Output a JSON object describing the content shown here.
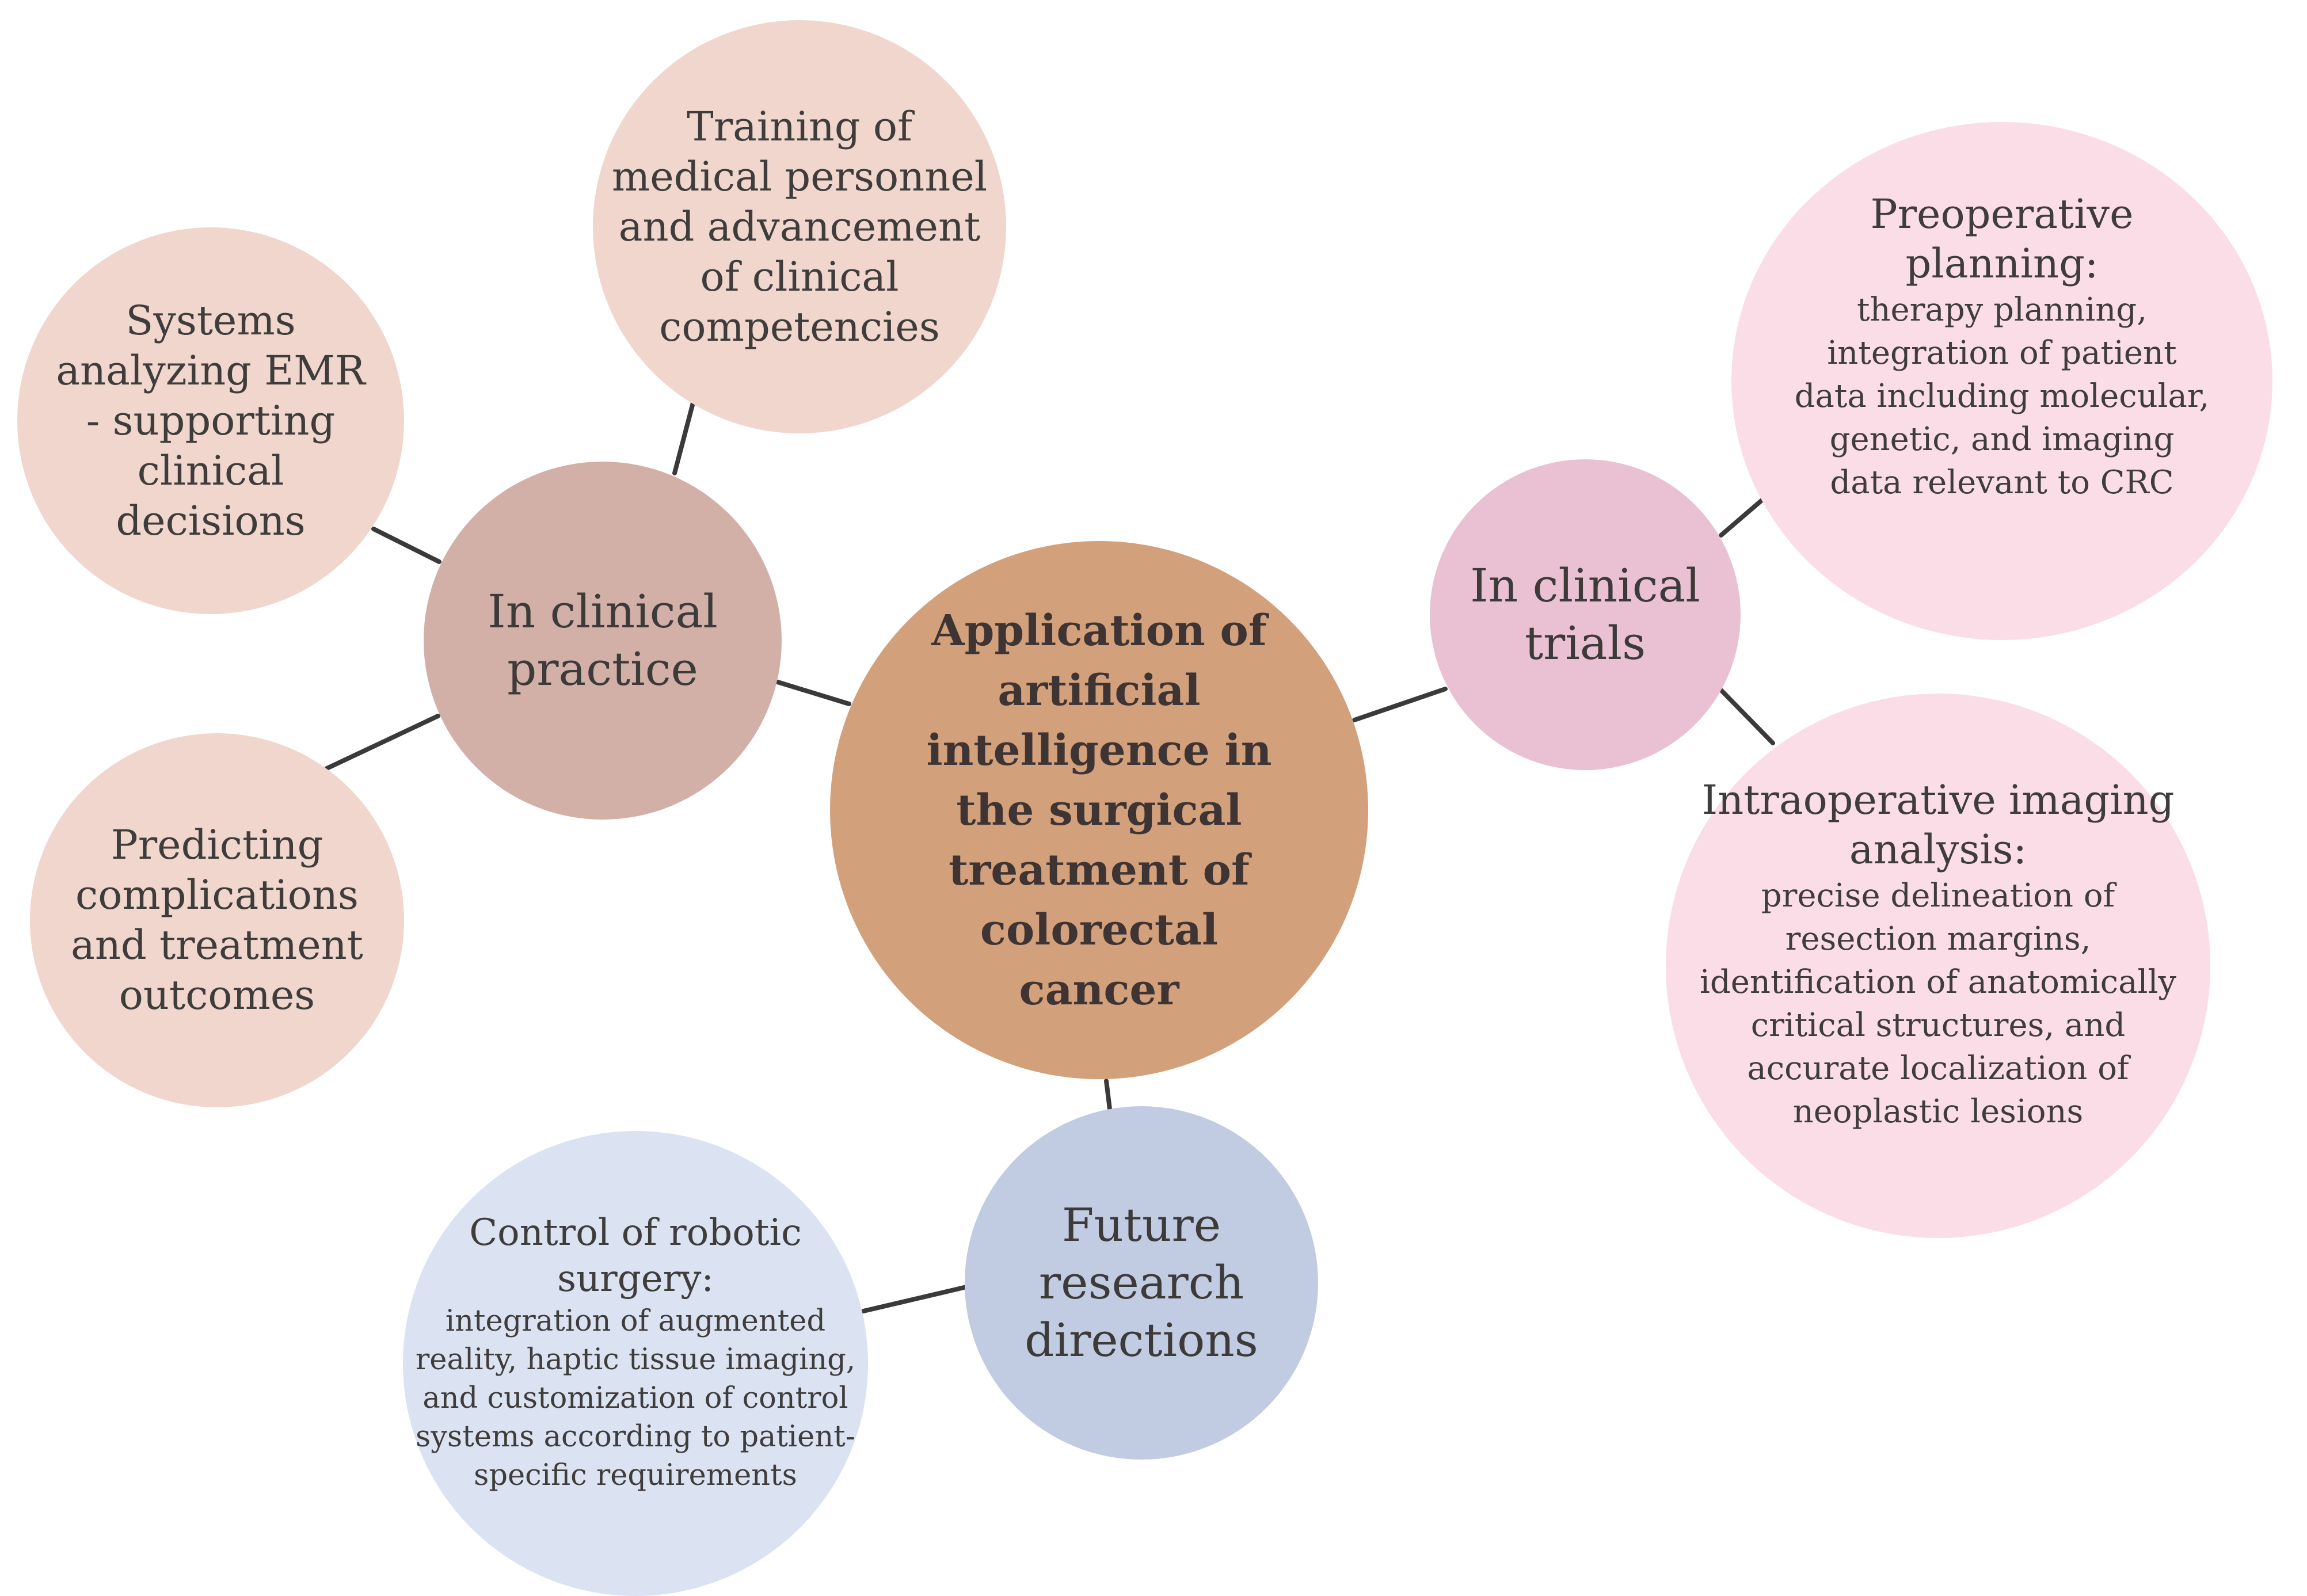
{
  "colors": {
    "center": "#d2a07b",
    "practice_hub": "#d2afa7",
    "practice_leaf": "#f0d6cc",
    "trials_hub": "#eac1d3",
    "trials_leaf": "#fbdde8",
    "future_hub": "#c1cce3",
    "future_leaf": "#dbe2f2",
    "connector": "#3a3a3a"
  },
  "center": {
    "title": "Application of\nartificial\nintelligence in\nthe surgical\ntreatment of\ncolorectal\ncancer"
  },
  "clinical_practice": {
    "label": "In clinical\npractice",
    "systems_emr": "Systems\nanalyzing EMR\n- supporting\nclinical\ndecisions",
    "training": "Training of\nmedical personnel\nand advancement\nof clinical\ncompetencies",
    "predicting": "Predicting\ncomplications\nand treatment\noutcomes"
  },
  "clinical_trials": {
    "label": "In clinical\ntrials",
    "preoperative": {
      "title": "Preoperative\nplanning:",
      "description": "therapy planning,\nintegration of patient\ndata including molecular,\ngenetic, and imaging\ndata relevant to CRC"
    },
    "intraoperative": {
      "title": "Intraoperative imaging\nanalysis:",
      "description": "precise delineation of\nresection margins,\nidentification of anatomically\ncritical structures, and\naccurate localization of\nneoplastic lesions"
    }
  },
  "future_research": {
    "label": "Future\nresearch\ndirections",
    "robotic": {
      "title": "Control of robotic\nsurgery:",
      "description": "integration of augmented\nreality, haptic tissue imaging,\nand customization of control\nsystems according to patient-\nspecific requirements"
    }
  }
}
